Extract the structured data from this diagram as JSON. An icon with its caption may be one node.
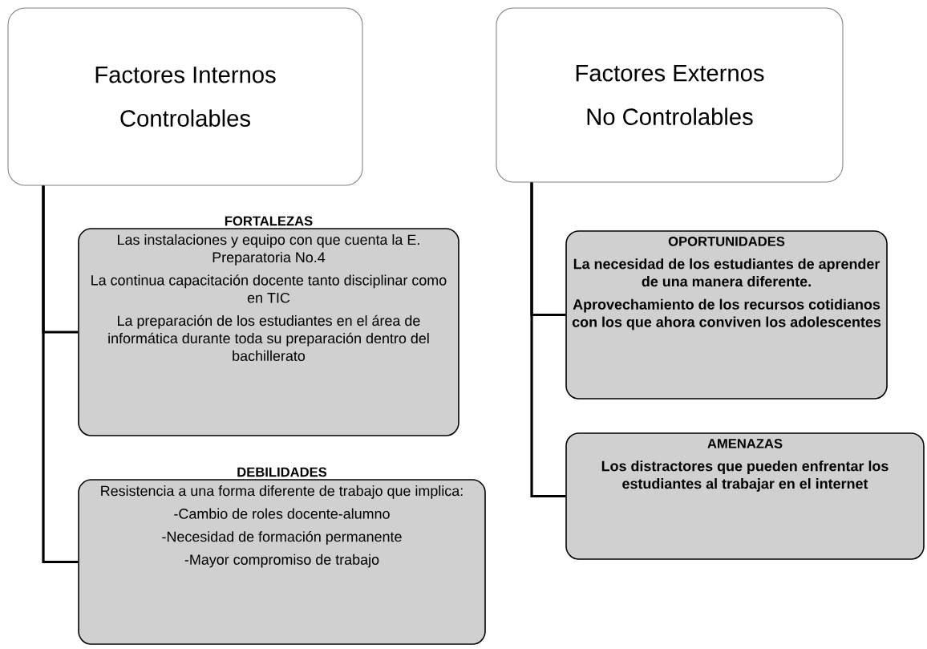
{
  "diagram": {
    "nodes": [
      {
        "text": [
          "Factores Internos Controlables"
        ]
      },
      {
        "text": [
          "FORTALEZAS",
          "Las instalaciones y equipo con que cuenta la E. Preparatoria No.4",
          "La continua capacitación docente tanto disciplinar como en TIC",
          "La preparación de los estudiantes en el área de informática durante toda su preparación dentro del bachillerato"
        ]
      },
      {
        "text": [
          "DEBILIDADES",
          "Resistencia a una forma diferente de trabajo que implica:",
          "-Cambio de roles docente-alumno",
          "-Necesidad de formación permanente",
          "-Mayor compromiso de trabajo"
        ]
      },
      {
        "text": [
          "Factores Externos No Controlables"
        ]
      },
      {
        "text": [
          "OPORTUNIDADES",
          "La necesidad de los estudiantes de aprender de una manera diferente.",
          "Aprovechamiento de los recursos cotidianos con los que ahora conviven los adolescentes"
        ]
      },
      {
        "text": [
          "AMENAZAS",
          "Los distractores que pueden enfrentar los estudiantes al trabajar en el internet"
        ]
      }
    ],
    "edges": [
      {
        "from": 0,
        "to": 1,
        "arrow": "none"
      },
      {
        "from": 0,
        "to": 2,
        "arrow": "none"
      },
      {
        "from": 3,
        "to": 4,
        "arrow": "none"
      },
      {
        "from": 3,
        "to": 5,
        "arrow": "none"
      }
    ]
  }
}
